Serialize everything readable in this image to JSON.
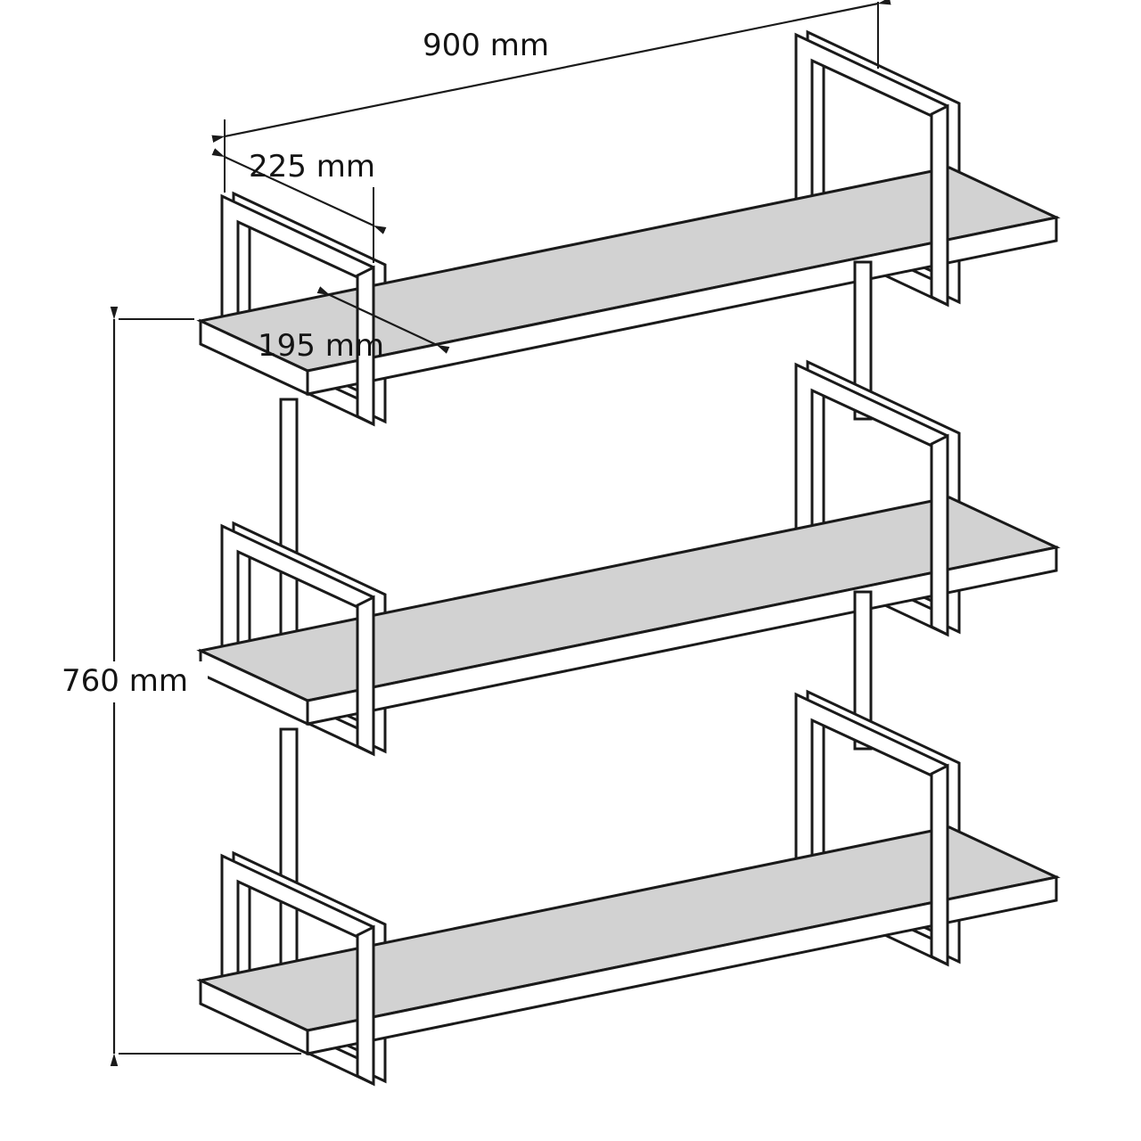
{
  "dims": {
    "width": "900 mm",
    "bracket_depth": "225 mm",
    "shelf_depth": "195 mm",
    "height": "760 mm"
  },
  "style": {
    "outline": "#1a1a1a",
    "shelf_top_fill": "#d2d2d2",
    "metal_fill": "#ffffff",
    "background": "#ffffff"
  }
}
